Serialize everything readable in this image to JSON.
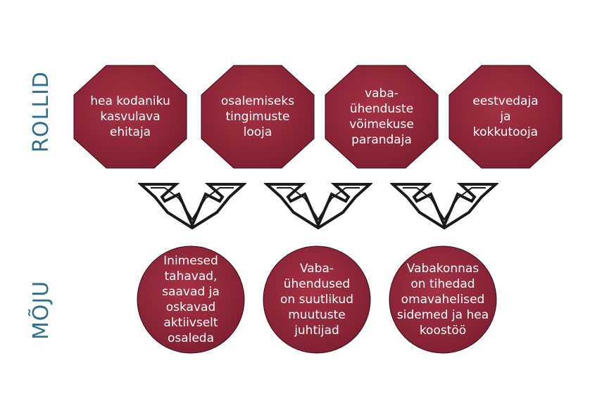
{
  "labels": {
    "roles": "ROLLID",
    "impact": "MÕJU"
  },
  "colors": {
    "fill": "#8a2335",
    "fill_light": "#a63245",
    "label": "#2e6f8e",
    "arrow": "#1a1a1a"
  },
  "roles": [
    {
      "text": "hea kodaniku\nkasvulava\nehitaja"
    },
    {
      "text": "osalemiseks\ntingimuste\nlooja"
    },
    {
      "text": "vaba-\nühenduste\nvõimekuse\nparandaja"
    },
    {
      "text": "eestvedaja\nja\nkokkutooja"
    }
  ],
  "impacts": [
    {
      "text": "Inimesed\ntahavad,\nsaavad ja oskavad\naktiivselt\nosaleda"
    },
    {
      "text": "Vaba-\nühendused\non suutlikud\nmuutuste\njuhtijad"
    },
    {
      "text": "Vabakonnas\non tihedad\nomavahelised\nsidemed ja hea\nkoostöö"
    }
  ]
}
